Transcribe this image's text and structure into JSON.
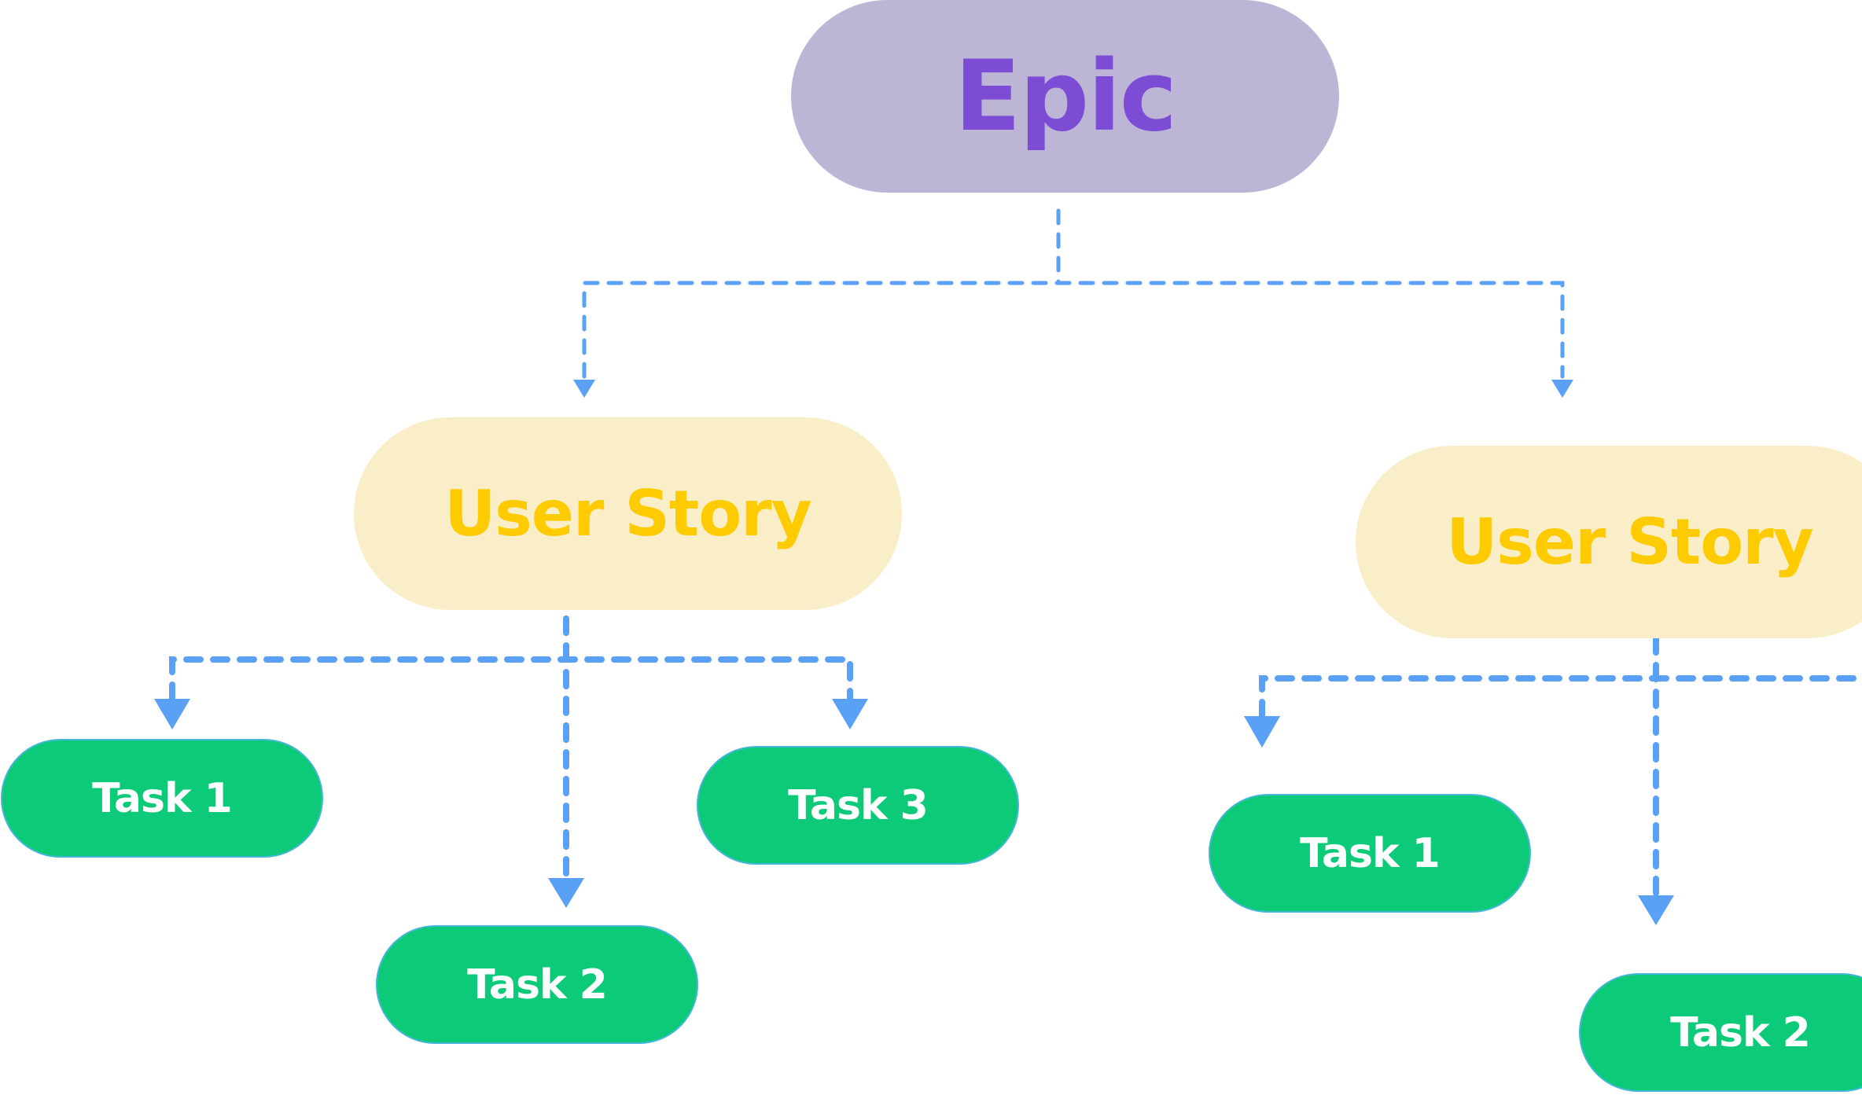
{
  "diagram": {
    "epic": {
      "label": "Epic"
    },
    "stories": [
      {
        "label": "User Story"
      },
      {
        "label": "User Story"
      }
    ],
    "tasks_left": [
      {
        "label": "Task 1"
      },
      {
        "label": "Task 2"
      },
      {
        "label": "Task 3"
      }
    ],
    "tasks_right": [
      {
        "label": "Task 1"
      },
      {
        "label": "Task 2"
      }
    ]
  },
  "colors": {
    "epic_fill": "#bdb5d6",
    "epic_text": "#7c4dd4",
    "story_fill": "#f9eec8",
    "story_text": "#fdcb00",
    "task_fill": "#0dca79",
    "task_text": "#ffffff",
    "connector": "#5aa0f5"
  }
}
